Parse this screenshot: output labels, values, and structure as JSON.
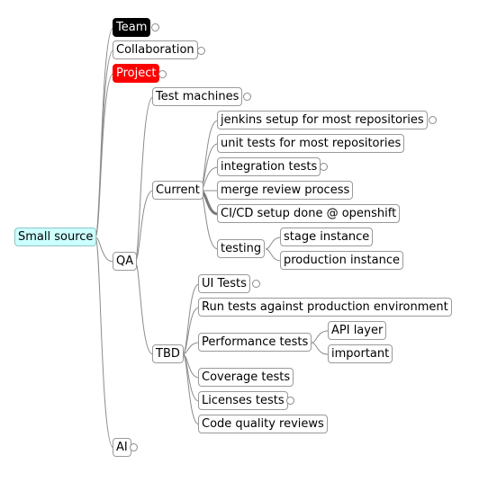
{
  "mindmap": {
    "root": "Small source",
    "team": "Team",
    "collaboration": "Collaboration",
    "project": "Project",
    "qa": "QA",
    "ai": "AI",
    "test_machines": "Test machines",
    "current": {
      "label": "Current",
      "jenkins": "jenkins setup for most repositories",
      "unit_tests": "unit tests for most repositories",
      "integration_tests": "integration tests",
      "merge_review": "merge review process",
      "cicd": "CI/CD setup done @ openshift",
      "testing": {
        "label": "testing",
        "stage": "stage instance",
        "production": "production instance"
      }
    },
    "tbd": {
      "label": "TBD",
      "ui_tests": "UI Tests",
      "run_tests": "Run tests against production environment",
      "performance": {
        "label": "Performance tests",
        "api_layer": "API layer",
        "important": "important"
      },
      "coverage": "Coverage tests",
      "licenses": "Licenses tests",
      "code_quality": "Code quality reviews"
    }
  }
}
